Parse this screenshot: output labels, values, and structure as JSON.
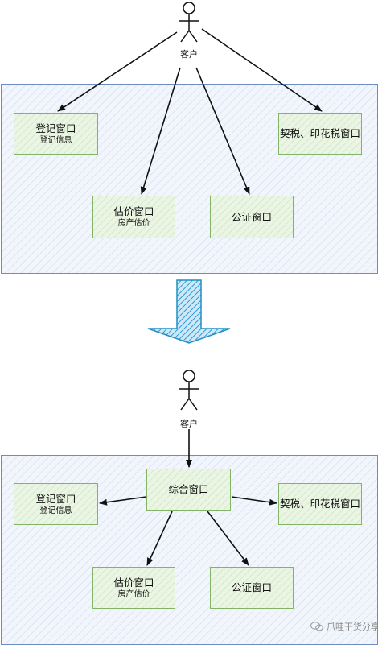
{
  "top": {
    "actor": "客户",
    "boxes": {
      "register": {
        "title": "登记窗口",
        "sub": "登记信息"
      },
      "estimate": {
        "title": "估价窗口",
        "sub": "房产估价"
      },
      "notary": {
        "title": "公证窗口"
      },
      "tax": {
        "title": "契税、印花税窗口"
      }
    }
  },
  "bottom": {
    "actor": "客户",
    "boxes": {
      "integrated": {
        "title": "综合窗口"
      },
      "register": {
        "title": "登记窗口",
        "sub": "登记信息"
      },
      "estimate": {
        "title": "估价窗口",
        "sub": "房产估价"
      },
      "notary": {
        "title": "公证窗口"
      },
      "tax": {
        "title": "契税、印花税窗口"
      }
    }
  },
  "watermark": "爪哇干货分享",
  "colors": {
    "panel_border": "#6c8ebf",
    "box_border": "#82b366",
    "arrow": "#111111",
    "big_arrow": "#1f8fc4"
  }
}
